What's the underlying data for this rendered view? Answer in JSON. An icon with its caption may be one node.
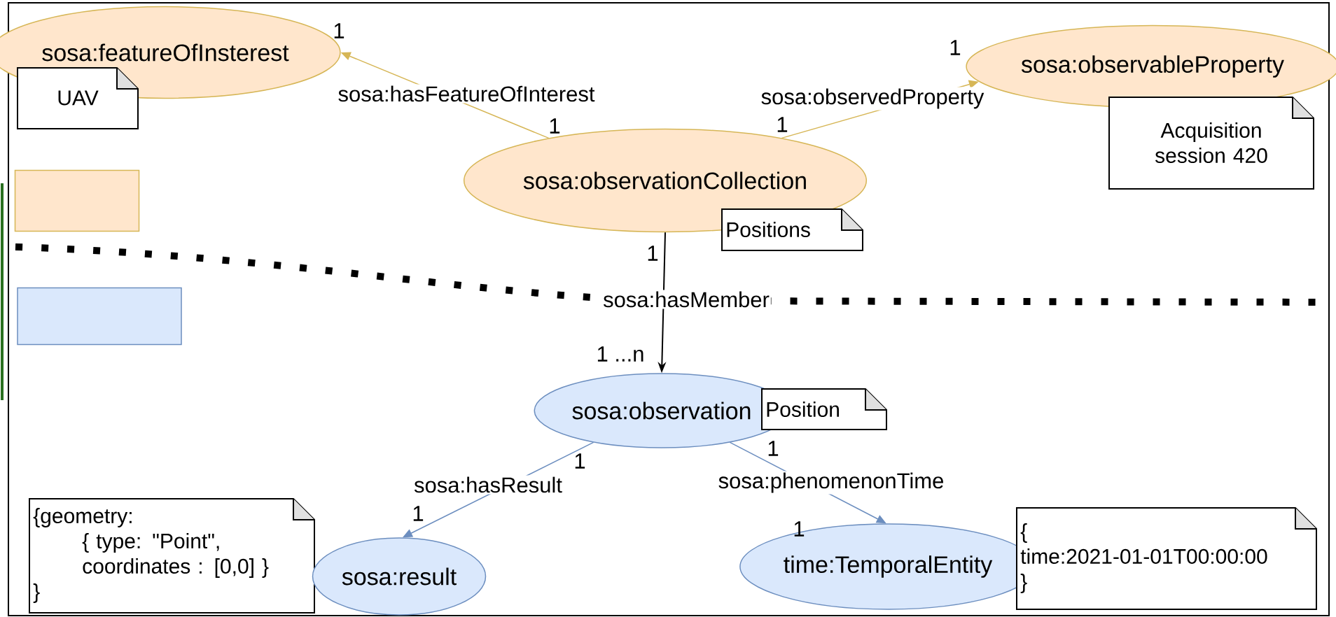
{
  "diagram": {
    "nodes": [
      {
        "text": [
          "sosa:featureOfInsterest"
        ]
      },
      {
        "text": [
          "UAV"
        ]
      },
      {
        "text": [
          "sosa:observableProperty"
        ]
      },
      {
        "text": [
          "Acquisition session 420"
        ]
      },
      {
        "text": [
          "sosa:observationCollection"
        ]
      },
      {
        "text": [],
        "shape": "box"
      },
      {
        "text": [
          "Positions"
        ]
      },
      {
        "text": [],
        "shape": "box"
      },
      {
        "text": [
          "sosa:observation"
        ]
      },
      {
        "text": [
          "Position"
        ]
      },
      {
        "text": [
          "{geometry:",
          "{ type: \"Point\",",
          "coordinates : [0,0] }",
          "}"
        ]
      },
      {
        "text": [
          "sosa:result"
        ]
      },
      {
        "text": [
          "time:TemporalEntity"
        ]
      },
      {
        "text": [
          "{",
          "time:2021-01-01T00:00:00",
          "}"
        ]
      }
    ],
    "edges": [
      {
        "from": 4,
        "to": 0,
        "arrow": "to",
        "label": "sosa:hasFeatureOfInterest",
        "color": "#d6b656"
      },
      {
        "from": 4,
        "to": 2,
        "arrow": "to",
        "label": "sosa:observedProperty",
        "color": "#d6b656"
      },
      {
        "from": 4,
        "to": 8,
        "arrow": "to",
        "label": "sosa:hasMember",
        "color": "#000000"
      },
      {
        "from": 8,
        "to": 11,
        "arrow": "to",
        "label": "sosa:hasResult",
        "color": "#6c8ebf"
      },
      {
        "from": 8,
        "to": 12,
        "arrow": "to",
        "label": "sosa:phenomenonTime",
        "color": "#6c8ebf"
      }
    ],
    "labels": [
      "1",
      "1",
      "1",
      "1",
      "1",
      "1 ...n",
      "1",
      "1",
      "1",
      "1"
    ]
  }
}
